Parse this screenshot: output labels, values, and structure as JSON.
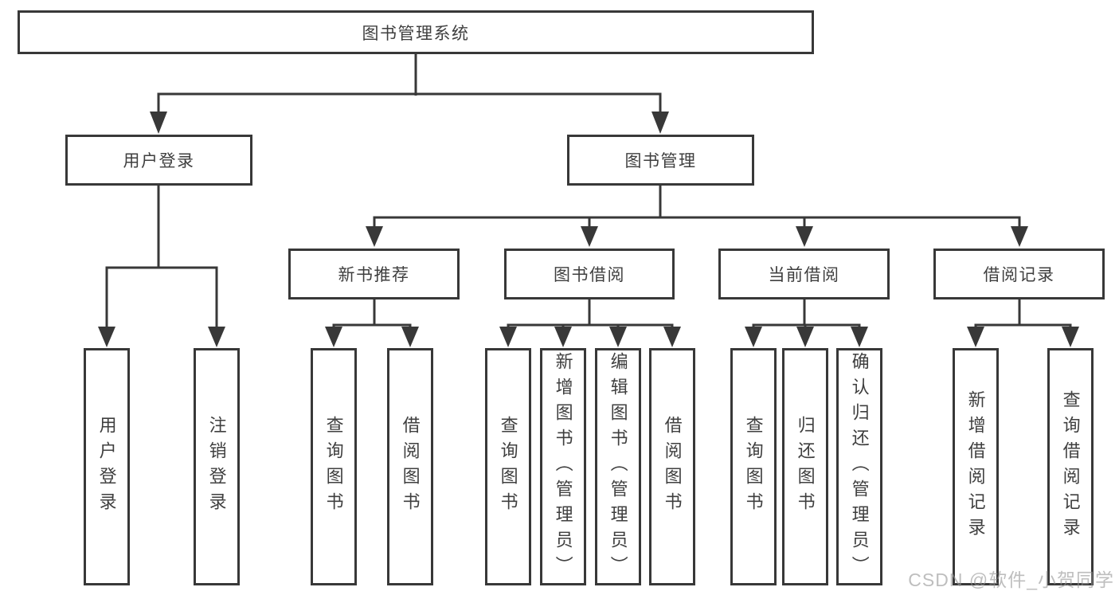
{
  "diagram_type": "hierarchy-tree",
  "colors": {
    "line": "#383838",
    "text": "#3f3f3f",
    "box_background": "#ffffff",
    "watermark": "#969696"
  },
  "watermark": {
    "text": "CSDN @软件_小贺同学"
  },
  "tree": {
    "label": "图书管理系统",
    "children": [
      {
        "label": "用户登录",
        "children": [
          {
            "label": "用户登录"
          },
          {
            "label": "注销登录"
          }
        ]
      },
      {
        "label": "图书管理",
        "children": [
          {
            "label": "新书推荐",
            "children": [
              {
                "label": "查询图书"
              },
              {
                "label": "借阅图书"
              }
            ]
          },
          {
            "label": "图书借阅",
            "children": [
              {
                "label": "查询图书"
              },
              {
                "label": "新增图书（管理员）"
              },
              {
                "label": "编辑图书（管理员）"
              },
              {
                "label": "借阅图书"
              }
            ]
          },
          {
            "label": "当前借阅",
            "children": [
              {
                "label": "查询图书"
              },
              {
                "label": "归还图书"
              },
              {
                "label": "确认归还（管理员）"
              }
            ]
          },
          {
            "label": "借阅记录",
            "children": [
              {
                "label": "新增借阅记录"
              },
              {
                "label": "查询借阅记录"
              }
            ]
          }
        ]
      }
    ]
  }
}
